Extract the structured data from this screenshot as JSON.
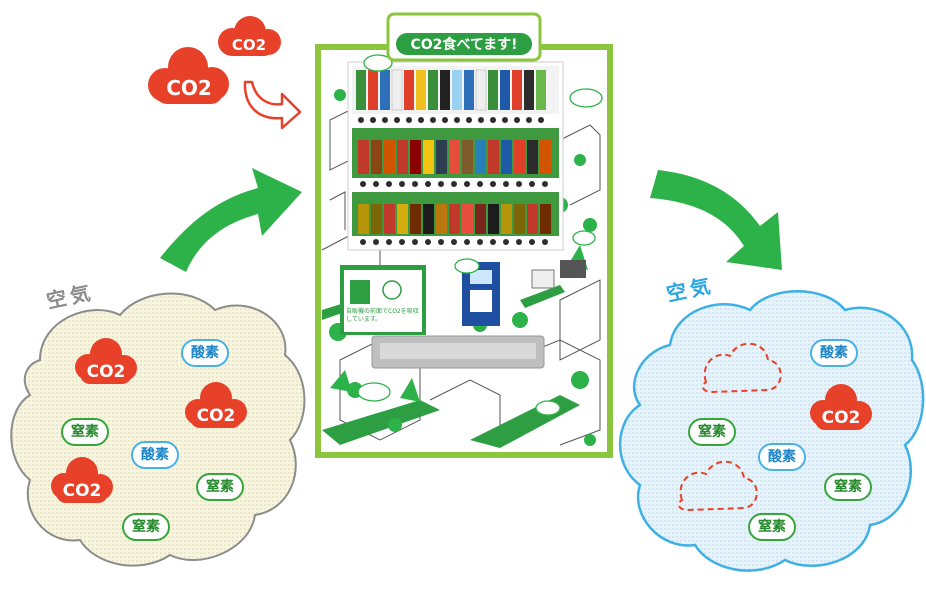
{
  "labels": {
    "air": "空気",
    "co2": "CO2",
    "oxygen": "酸素",
    "nitrogen": "窒素",
    "banner": "CO2食べてます!",
    "panel_text": "自販機の前面でCO2を吸収しています。"
  },
  "colors": {
    "green": "#2db24a",
    "co2_red": "#e8412a",
    "nitrogen_green": "#37a53c",
    "oxygen_blue": "#47b0e8",
    "right_cloud_border": "#3fb0e5",
    "left_cloud_border": "#8c8c8c"
  }
}
